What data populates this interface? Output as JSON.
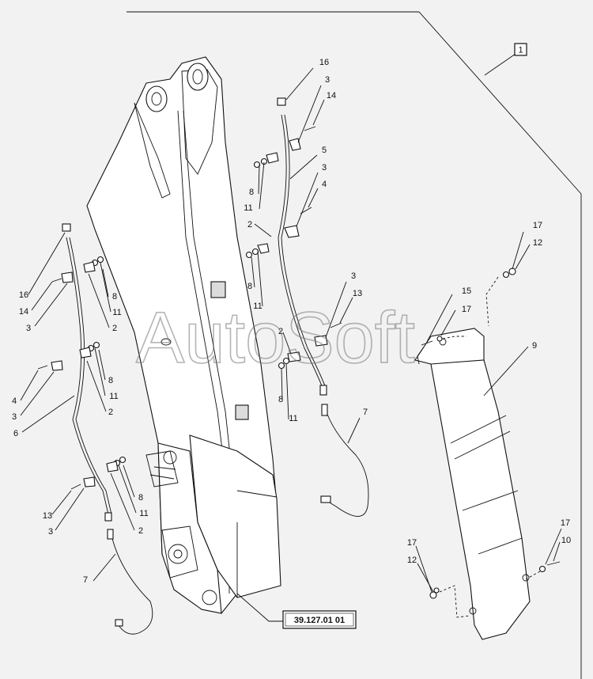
{
  "assembly_number": "1",
  "reference_label": "39.127.01 01",
  "watermark": "AutoSoft",
  "callouts": {
    "c16a": "16",
    "c3a": "3",
    "c14a": "14",
    "c5": "5",
    "c3b": "3",
    "c8a": "8",
    "c11a": "11",
    "c4a": "4",
    "c2a": "2",
    "c8b": "8",
    "c11b": "11",
    "c3c": "3",
    "c13a": "13",
    "c2b": "2",
    "c8c": "8",
    "c11c": "11",
    "c7a": "7",
    "c16b": "16",
    "c14b": "14",
    "c3d": "3",
    "c8d": "8",
    "c11d": "11",
    "c2c": "2",
    "c8e": "8",
    "c11e": "11",
    "c4b": "4",
    "c3e": "3",
    "c6": "6",
    "c2d": "2",
    "c8f": "8",
    "c11f": "11",
    "c13b": "13",
    "c3f": "3",
    "c2e": "2",
    "c7b": "7",
    "c17a": "17",
    "c12a": "12",
    "c15": "15",
    "c17b": "17",
    "c9": "9",
    "c17c": "17",
    "c12b": "12",
    "c17d": "17",
    "c10": "10"
  }
}
